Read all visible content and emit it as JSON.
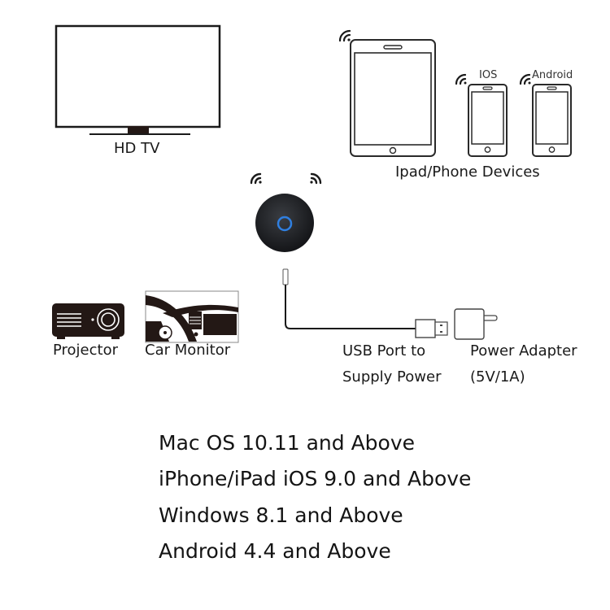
{
  "devices": {
    "hdtv": {
      "label": "HD TV",
      "icon": "tv-icon"
    },
    "tablet": {
      "icon": "tablet-icon"
    },
    "ios_phone": {
      "label": "IOS",
      "icon": "smartphone-icon"
    },
    "android_phone": {
      "label": "Android",
      "icon": "smartphone-icon"
    },
    "group_label": "Ipad/Phone Devices",
    "projector": {
      "label": "Projector",
      "icon": "projector-icon"
    },
    "car_monitor": {
      "label": "Car  Monitor",
      "icon": "car-dashboard-icon"
    },
    "dongle": {
      "icon": "wireless-display-dongle-icon",
      "led_color": "#2f7fe0"
    }
  },
  "power": {
    "usb_label_line1": "USB Port to",
    "usb_label_line2": "Supply Power",
    "adapter_label_line1": "Power Adapter",
    "adapter_label_line2": "(5V/1A)"
  },
  "requirements": [
    "Mac OS 10.11 and Above",
    "iPhone/iPad iOS 9.0 and Above",
    "Windows 8.1 and Above",
    "Android 4.4 and Above"
  ]
}
